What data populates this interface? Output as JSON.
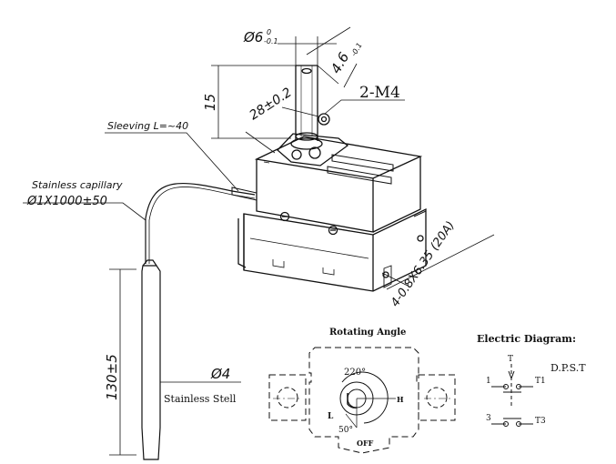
{
  "dimensions": {
    "shaft_diameter": "Ø6",
    "shaft_diameter_tol_upper": "0",
    "shaft_diameter_tol_lower": "-0.1",
    "flat": "4.6",
    "flat_tol": "-0.1",
    "shaft_height": "15",
    "mount_spacing": "28±0.2",
    "mount_holes": "2-M4",
    "sleeving": "Sleeving L=~40",
    "capillary_name": "Stainless capillary",
    "capillary_size": "Ø1X1000±50",
    "terminals": "4-0.8X6.35 (20A)",
    "bulb_length": "130±5",
    "bulb_diameter": "Ø4",
    "bulb_material": "Stainless Stell"
  },
  "rotating_angle": {
    "title": "Rotating Angle",
    "angle_main": "220°",
    "angle_off": "50°",
    "label_low": "L",
    "label_high": "H",
    "label_off": "OFF"
  },
  "electric_diagram": {
    "title": "Electric Diagram:",
    "type": "D.P.S.T",
    "t": "T",
    "pin1": "1",
    "pinT1": "T1",
    "pin3": "3",
    "pinT3": "T3"
  }
}
